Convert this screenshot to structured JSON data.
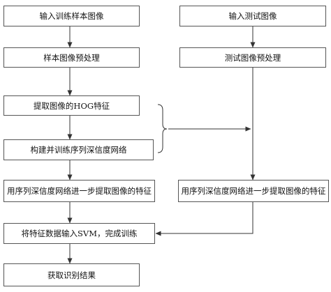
{
  "training_flow": {
    "steps": [
      "输入训练样本图像",
      "样本图像预处理",
      "提取图像的HOG特征",
      "构建并训练序列深信度网络",
      "用序列深信度网络进一步提取图像的特征",
      "将特征数据输入SVM，完成训练",
      "获取识别结果"
    ]
  },
  "testing_flow": {
    "steps": [
      "输入测试图像",
      "测试图像预处理",
      "用序列深信度网络进一步提取图像的特征"
    ]
  },
  "colors": {
    "line": "#333333",
    "border": "#555555"
  }
}
